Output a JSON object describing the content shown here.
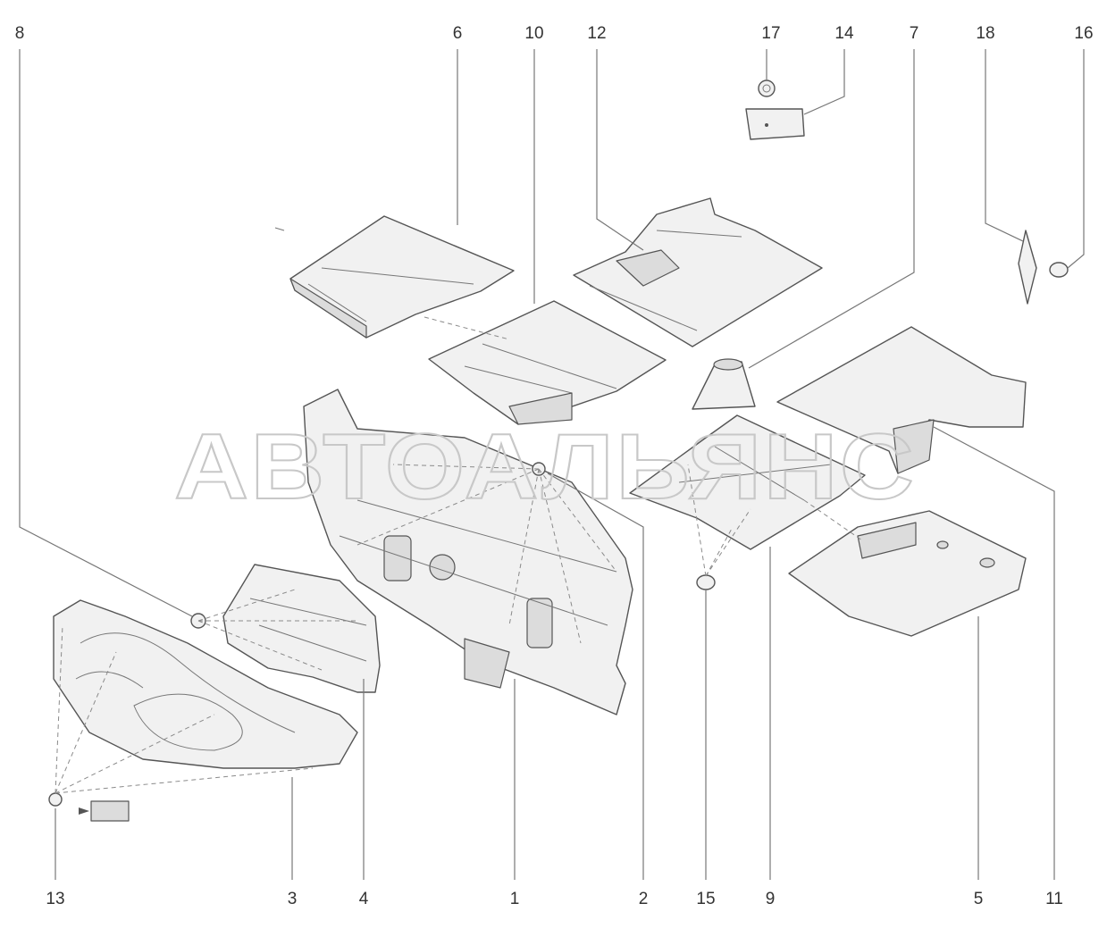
{
  "watermark": "АВТОАЛЬЯНС",
  "callouts_top": [
    "8",
    "6",
    "10",
    "12",
    "17",
    "14",
    "7",
    "18",
    "16"
  ],
  "callouts_bottom": [
    "13",
    "3",
    "4",
    "1",
    "2",
    "15",
    "9",
    "5",
    "11"
  ]
}
